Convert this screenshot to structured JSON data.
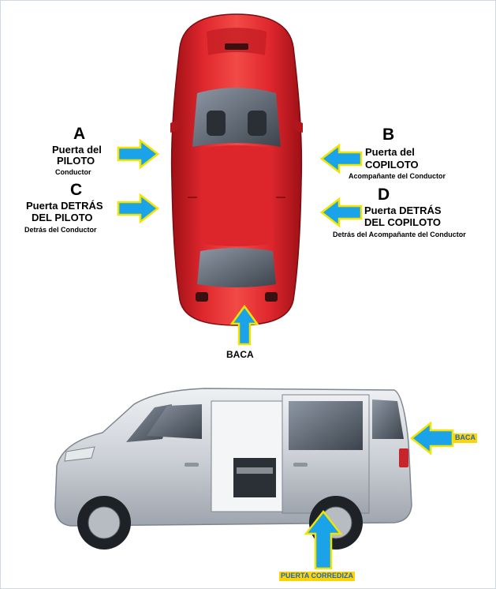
{
  "colors": {
    "arrow_fill": "#1aa3e8",
    "arrow_stroke": "#f2e400",
    "car_red": "#d8232a",
    "van_silver": "#c7ccd3",
    "label_bg": "#ffd400",
    "label_text": "#1e66c8"
  },
  "top_view": {
    "A": {
      "letter": "A",
      "line1": "Puerta del",
      "line2": "PILOTO",
      "sub": "Conductor"
    },
    "B": {
      "letter": "B",
      "line1": "Puerta del",
      "line2": "COPILOTO",
      "sub": "Acompañante del Conductor"
    },
    "C": {
      "letter": "C",
      "line1": "Puerta DETRÁS",
      "line2": "DEL PILOTO",
      "sub": "Detrás del Conductor"
    },
    "D": {
      "letter": "D",
      "line1": "Puerta DETRÁS",
      "line2": "DEL COPILOTO",
      "sub": "Detrás del Acompañante del Conductor"
    },
    "rear_label": "BACA"
  },
  "side_view": {
    "rear_label": "BACA",
    "sliding_label": "PUERTA CORREDIZA"
  }
}
